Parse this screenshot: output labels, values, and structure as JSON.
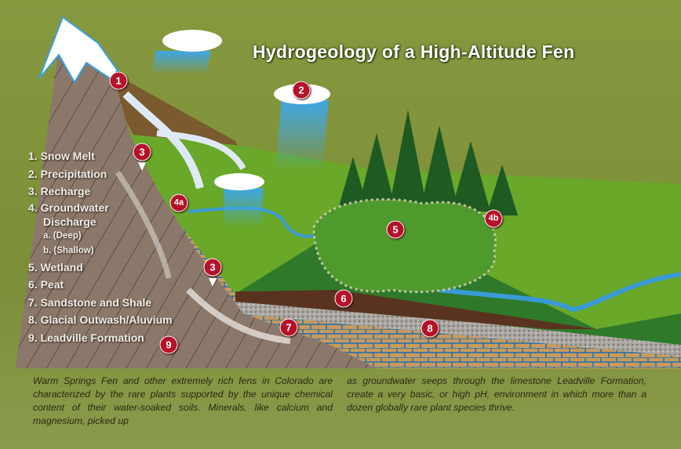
{
  "title": "Hydrogeology of a High-Altitude Fen",
  "legend": {
    "i1": "1. Snow Melt",
    "i2": "2. Precipitation",
    "i3": "3. Recharge",
    "i4": "4. Groundwater",
    "i4b": "Discharge",
    "i4sa": "a. (Deep)",
    "i4sb": "b. (Shallow)",
    "i5": "5. Wetland",
    "i6": "6. Peat",
    "i7": "7. Sandstone and Shale",
    "i8": "8. Glacial Outwash/Aluvium",
    "i9": "9. Leadville Formation"
  },
  "markers": {
    "m1": "1",
    "m2": "2",
    "m3a": "3",
    "m3b": "3",
    "m4a": "4a",
    "m4b": "4b",
    "m5": "5",
    "m6": "6",
    "m7": "7",
    "m8": "8",
    "m9": "9"
  },
  "caption": {
    "left": "Warm Springs Fen and other extremely rich fens in Colorado are characterized by the rare plants supported by the unique chemical content of their water-soaked soils. Minerals, like calcium and magnesium, picked up",
    "right": "as groundwater seeps through the limestone Leadville Formation, create a very basic, or high pH, environment in which more than a dozen globally rare plant species thrive."
  },
  "colors": {
    "marker": "#b5122a",
    "background": "#7c8e38",
    "rock": "#8a776a",
    "grass": "#6aa82a",
    "water": "#3a9ad6"
  }
}
